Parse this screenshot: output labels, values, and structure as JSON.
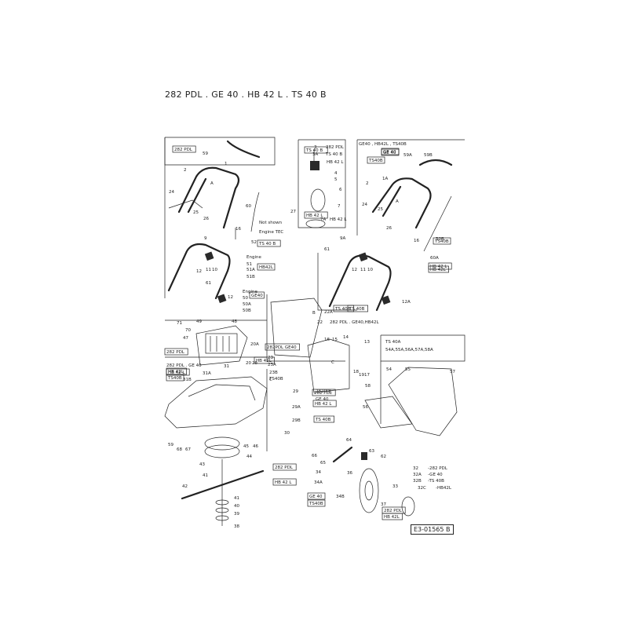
{
  "title": "282 PDL . GE 40 . HB 42 L . TS 40 B",
  "document_code": "E3-01565 B",
  "boxed_labels": [
    "282 PDL",
    "282 PDL",
    "282 PDL",
    "TS 40 B",
    "HB 42 L",
    "TS 40 B",
    "TS40B",
    "HB42L",
    "GE40",
    "TS 40B",
    "282PDL GE40",
    "HB 42L",
    "HB 42 L",
    "TS40B",
    "282 PDL",
    "HB 42L",
    "TS40B",
    "GE 40",
    "HB 42 L",
    "TS 40B",
    "282 PDL",
    "GE 40",
    "HB 42 L",
    "TS40B",
    "GE 40",
    "HB 42L",
    "TS 40B",
    "HB 42 L",
    "HB 42L"
  ],
  "labels": [
    "59",
    "1",
    "2",
    "24",
    "25",
    "26",
    "A",
    "60",
    "16",
    "9",
    "12",
    "11",
    "10",
    "61",
    "12",
    "3",
    "3A",
    "282 PDL",
    "TS 40 B",
    "HB 42 L",
    "4",
    "5",
    "6",
    "7",
    "27",
    "7A",
    "HB 42 L",
    "GE40 , HB42L , TS40B",
    "59A",
    "59B",
    "1A",
    "2",
    "A",
    "24",
    "25",
    "26",
    "16",
    "50B",
    "60A",
    "9A",
    "61",
    "12",
    "11",
    "10",
    "12A",
    "Not shown",
    "Engine TEC",
    "52",
    "Engine",
    "51",
    "51A",
    "51B",
    "Engine",
    "50",
    "50A",
    "50B",
    "B",
    "22A",
    "22",
    "282 PDL . GE40,HB42L",
    "71",
    "49",
    "48",
    "70",
    "47",
    "20A",
    "20",
    "28",
    "23",
    "23A",
    "23B",
    "TS40B",
    "16",
    "15",
    "14",
    "13",
    "C",
    "18",
    "19",
    "17",
    "TS 40A",
    "54A,55A,56A,57A,58A",
    "54",
    "55",
    "57",
    "58",
    "56",
    "282 PDL . GE 40",
    "31",
    "31A",
    "31B",
    "C",
    "29",
    "282PDL",
    "GE 40",
    "29A",
    "29B",
    "30",
    "59",
    "68",
    "67",
    "45",
    "46",
    "44",
    "43",
    "41",
    "42",
    "41",
    "40",
    "39",
    "38",
    "64",
    "63",
    "62",
    "66",
    "65",
    "36",
    "34",
    "34A",
    "34B",
    "37",
    "33",
    "32",
    "-282 PDL",
    "32A",
    "-GE 40",
    "32B",
    "-TS 40B",
    "32C",
    "-HB42L"
  ]
}
